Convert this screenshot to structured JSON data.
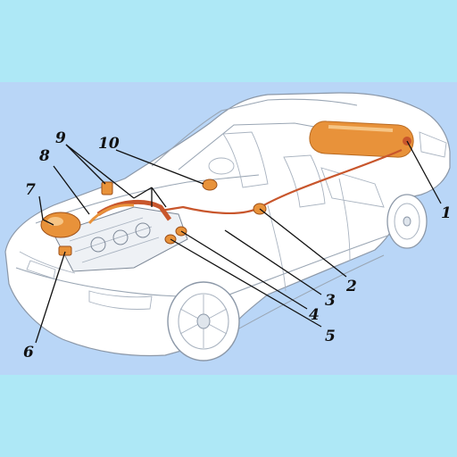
{
  "diagram": {
    "colors": {
      "outer_background": "#aee8f6",
      "panel_background": "#b9d6f7",
      "car_body": "#ffffff",
      "component_orange": "#e8923a",
      "component_highlight": "#f6c585",
      "fuel_line": "#c8562c",
      "leader_line": "#111111"
    },
    "callouts": [
      {
        "id": "1",
        "label": "1",
        "component": "gas-cylinder-tank"
      },
      {
        "id": "2",
        "label": "2",
        "component": "cabin-valve"
      },
      {
        "id": "3",
        "label": "3",
        "component": "gas-line-mid"
      },
      {
        "id": "4",
        "label": "4",
        "component": "filter-unit"
      },
      {
        "id": "5",
        "label": "5",
        "component": "solenoid-valve"
      },
      {
        "id": "6",
        "label": "6",
        "component": "injector-rail"
      },
      {
        "id": "7",
        "label": "7",
        "component": "reducer-evaporator"
      },
      {
        "id": "8",
        "label": "8",
        "component": "gas-hose"
      },
      {
        "id": "9",
        "label": "9",
        "component": "pressure-sensor"
      },
      {
        "id": "10",
        "label": "10",
        "component": "electronic-control-unit"
      }
    ]
  }
}
